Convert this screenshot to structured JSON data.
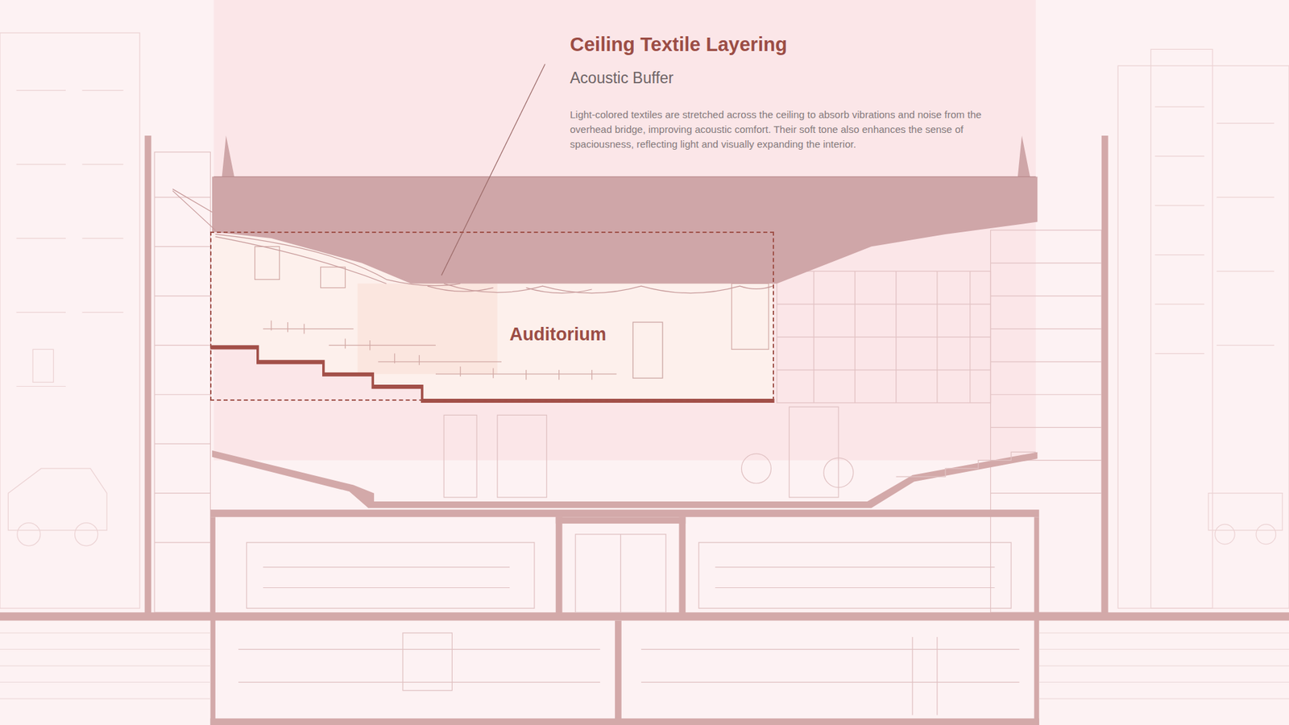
{
  "diagram": {
    "nodes": [
      {
        "text": [
          "Auditorium"
        ]
      }
    ],
    "labels": [
      "Ceiling Textile Layering",
      "Acoustic Buffer",
      "Light-colored textiles are stretched across the ceiling to absorb vibrations and noise from the overhead bridge, improving acoustic comfort. Their soft tone also enhances the sense of spaciousness, reflecting light and visually expanding the interior."
    ]
  }
}
